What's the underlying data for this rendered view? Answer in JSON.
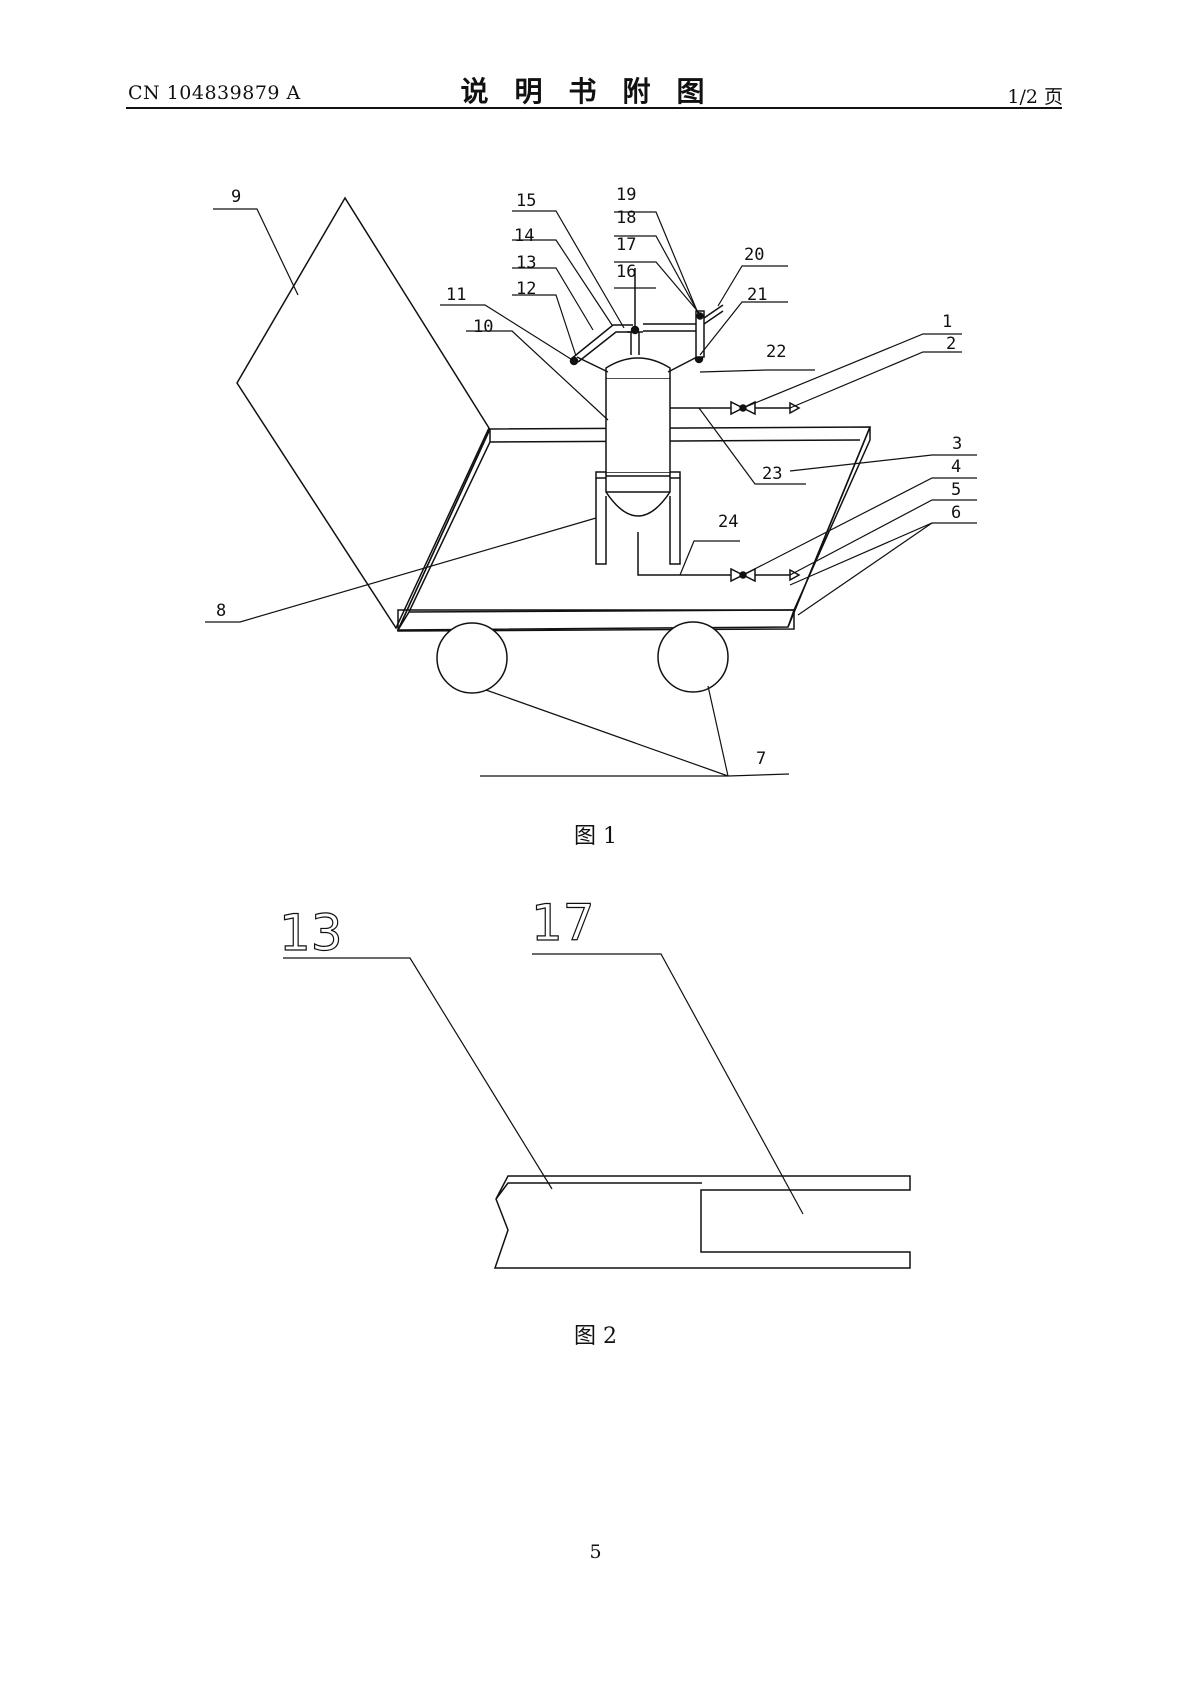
{
  "header": {
    "doc_number": "CN 104839879 A",
    "title": "说明书附图",
    "page_fraction": "1/2 页"
  },
  "figure1": {
    "caption": "图 1",
    "labels": {
      "l1": "1",
      "l2": "2",
      "l3": "3",
      "l4": "4",
      "l5": "5",
      "l6": "6",
      "l7": "7",
      "l8": "8",
      "l9": "9",
      "l10": "10",
      "l11": "11",
      "l12": "12",
      "l13": "13",
      "l14": "14",
      "l15": "15",
      "l16": "16",
      "l17": "17",
      "l18": "18",
      "l19": "19",
      "l20": "20",
      "l21": "21",
      "l22": "22",
      "l23": "23",
      "l24": "24"
    }
  },
  "figure2": {
    "caption": "图 2",
    "labels": {
      "l13": "13",
      "l17": "17"
    }
  },
  "footer": {
    "page_number": "5"
  }
}
